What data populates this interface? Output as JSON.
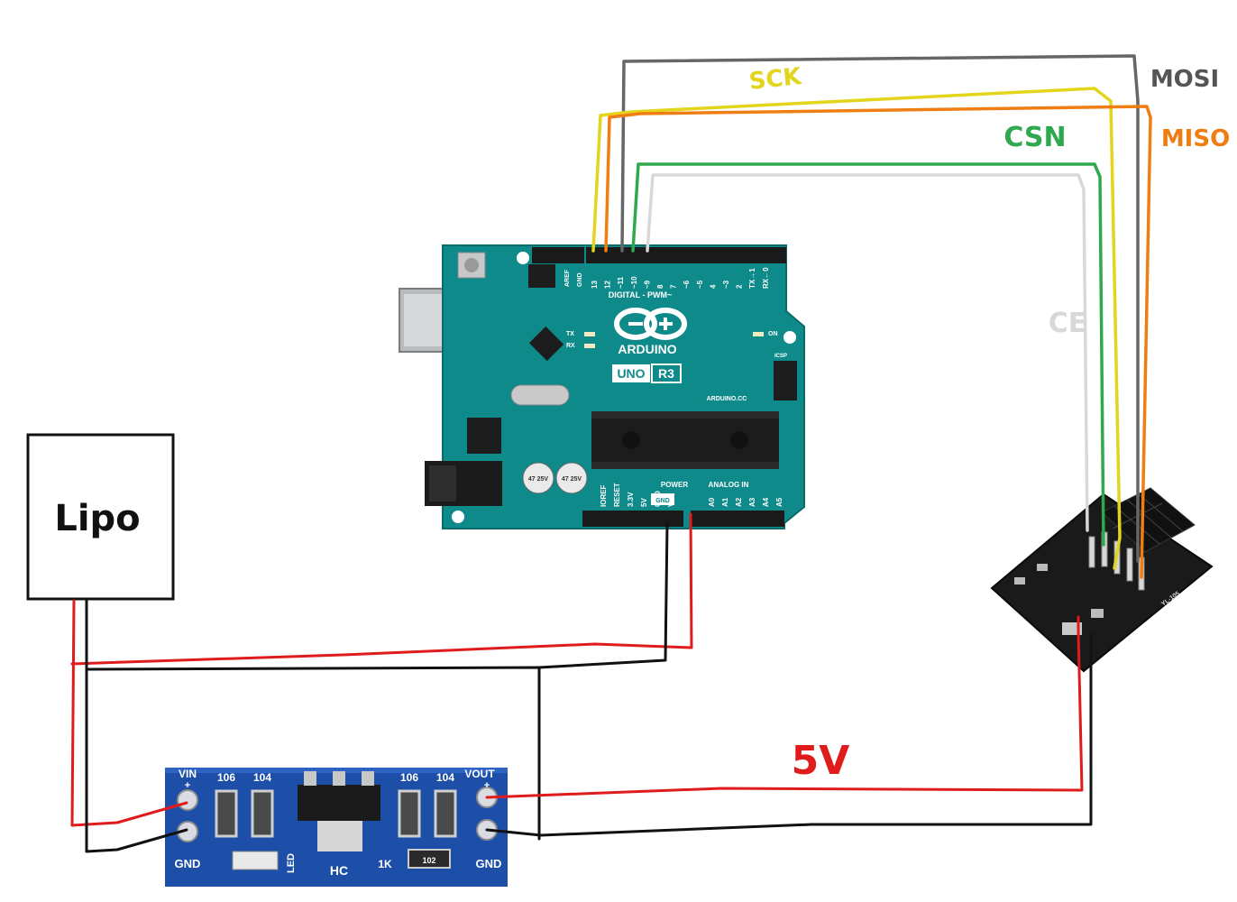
{
  "colors": {
    "arduino_board": "#0f8a8a",
    "regulator_board": "#1e4fa8",
    "nrf_board": "#1a1a1a",
    "wire_red": "#e01b1b",
    "wire_black": "#111111",
    "wire_sck": "#e2d51c",
    "wire_miso": "#f07d12",
    "wire_csn": "#2fa84f",
    "wire_mosi": "#666666",
    "wire_ce": "#d8d8d8"
  },
  "lipo": {
    "label": "Lipo"
  },
  "arduino": {
    "brand": "ARDUINO",
    "model_uno": "UNO",
    "model_r3": "R3",
    "site": "ARDUINO.CC",
    "digital_header": "DIGITAL - PWM~",
    "digital_pins": [
      "13",
      "12",
      "~11",
      "~10",
      "~9",
      "8",
      "7",
      "~6",
      "~5",
      "4",
      "~3",
      "2",
      "TX→1",
      "RX←0"
    ],
    "aref": "AREF",
    "gnd_top": "GND",
    "power_header": "POWER",
    "analog_header": "ANALOG IN",
    "power_pins": [
      "IOREF",
      "RESET",
      "3.3V",
      "5V",
      "GND",
      "Vin"
    ],
    "analog_pins": [
      "A0",
      "A1",
      "A2",
      "A3",
      "A4",
      "A5"
    ],
    "gnd_box": "GND",
    "tx_label": "TX",
    "rx_label": "RX",
    "on_label": "ON",
    "icsp_label": "ICSP",
    "cap1": "47 25V",
    "cap2": "47 25V"
  },
  "regulator": {
    "vin": "VIN",
    "plus_left": "+",
    "vout": "VOUT",
    "plus_right": "+",
    "gnd_left": "GND",
    "gnd_right": "GND",
    "cap_labels": [
      "106",
      "104",
      "106",
      "104"
    ],
    "led": "LED",
    "hc": "HC",
    "onek": "1K",
    "res": "102"
  },
  "nrf": {
    "model": "YL-105"
  },
  "wire_labels": {
    "sck": "SCK",
    "mosi": "MOSI",
    "miso": "MISO",
    "csn": "CSN",
    "ce": "CE",
    "five_v": "5V"
  }
}
